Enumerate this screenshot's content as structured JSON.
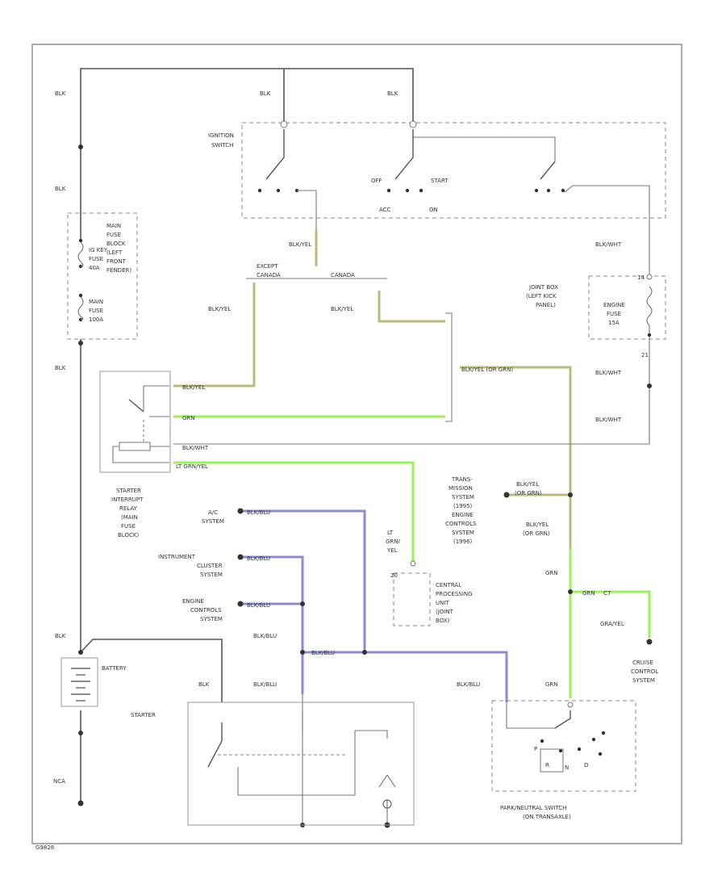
{
  "labels": {
    "blk_top_left": "BLK",
    "blk_ign_1": "BLK",
    "blk_ign_2": "BLK",
    "blk_left_2": "BLK",
    "blk_left_3": "BLK",
    "blk_battery": "BLK",
    "blk_starter": "BLK",
    "ignition_switch_1": "IGNITION",
    "ignition_switch_2": "SWITCH",
    "sw_off": "OFF",
    "sw_start": "START",
    "sw_acc": "ACC",
    "sw_on": "ON",
    "main_fuse_1": "MAIN",
    "main_fuse_2": "FUSE",
    "main_fuse_3": "BLOCK",
    "main_fuse_4": "(LEFT",
    "main_fuse_5": "FRONT",
    "main_fuse_6": "FENDER)",
    "fuse_a_1": "IG KEY",
    "fuse_a_2": "FUSE",
    "fuse_a_3": "40A",
    "fuse_b_1": "MAIN",
    "fuse_b_2": "FUSE",
    "fuse_b_3": "100A",
    "wire_blkyel_1": "BLK/YEL",
    "except_canada_1": "EXCEPT",
    "except_canada_2": "CANADA",
    "canada": "CANADA",
    "wire_blkyel_2": "BLK/YEL",
    "wire_blkyel_3": "BLK/YEL",
    "wire_blkwht_1": "BLK/WHT",
    "joint_box_1": "JOINT BOX",
    "joint_box_2": "(LEFT KICK",
    "joint_box_3": "PANEL)",
    "engine_fuse_1": "ENGINE",
    "engine_fuse_2": "FUSE",
    "engine_fuse_3": "15A",
    "pin_14": "14",
    "pin_21": "21",
    "wire_blkwht_2": "BLK/WHT",
    "wire_blkwht_3": "BLK/WHT",
    "relay_blkyel": "BLK/YEL",
    "relay_grn": "GRN",
    "relay_blkwht": "BLK/WHT",
    "relay_ltgrnyel": "LT GRN/YEL",
    "wire_blkyel_orgrn": "BLK/YEL (OR GRN)",
    "starter_relay_1": "STARTER",
    "starter_relay_2": "INTERRUPT",
    "starter_relay_3": "RELAY",
    "starter_relay_4": "(MAIN",
    "starter_relay_5": "FUSE",
    "starter_relay_6": "BLOCK)",
    "trans_1": "TRANS-",
    "trans_2": "MISSION",
    "trans_3": "SYSTEM",
    "trans_4": "(1995)",
    "trans_5": "ENGINE",
    "trans_6": "CONTROLS",
    "trans_7": "SYSTEM",
    "trans_8": "(1996)",
    "trans_wire_1": "BLK/YEL",
    "trans_wire_2": "(OR GRN)",
    "ac_1": "A/C",
    "ac_2": "SYSTEM",
    "ac_wire": "BLK/BLU",
    "inst_1": "INSTRUMENT",
    "inst_2": "CLUSTER",
    "inst_3": "SYSTEM",
    "inst_wire": "BLK/BLU",
    "eng_1": "ENGINE",
    "eng_2": "CONTROLS",
    "eng_3": "SYSTEM",
    "eng_wire": "BLK/BLU",
    "lt_1": "LT",
    "lt_2": "GRN/",
    "lt_3": "YEL",
    "cpu_pin": "20",
    "cpu_1": "CENTRAL",
    "cpu_2": "PROCESSING",
    "cpu_3": "UNIT",
    "cpu_4": "(JOINT",
    "cpu_5": "BOX)",
    "right_wire_1": "BLK/YEL",
    "right_wire_2": "(OR GRN)",
    "grn_1": "GRN",
    "grn_2": "GRN",
    "grn_3": "GRN",
    "pin_c7": "C7",
    "grayel": "GRA/YEL",
    "cruise_1": "CRUISE",
    "cruise_2": "CONTROL",
    "cruise_3": "SYSTEM",
    "battery": "BATTERY",
    "blkblu_1": "BLK/BLU",
    "blkblu_2": "BLK/BLU",
    "blkblu_3": "BLK/BLU",
    "bus_wire": "BLK/BLU",
    "starter": "STARTER",
    "nca": "NCA",
    "park_1": "PARK/NEUTRAL SWITCH",
    "park_2": "(ON TRANSAXLE)",
    "park_p": "P",
    "park_r": "R",
    "park_n": "N",
    "park_d": "D",
    "fig_id": "G9828"
  }
}
